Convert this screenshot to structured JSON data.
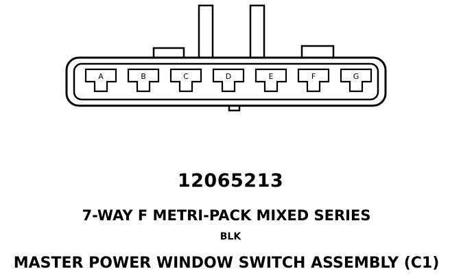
{
  "diagram": {
    "cavities": [
      {
        "letter": "A"
      },
      {
        "letter": "B"
      },
      {
        "letter": "C"
      },
      {
        "letter": "D"
      },
      {
        "letter": "E"
      },
      {
        "letter": "F"
      },
      {
        "letter": "G"
      }
    ]
  },
  "caption": {
    "part_number": "12065213",
    "connector_type": "7-WAY F METRI-PACK MIXED SERIES",
    "color": "BLK",
    "component": "MASTER POWER WINDOW SWITCH ASSEMBLY (C1)"
  },
  "colors": {
    "line": "#000000",
    "background": "#ffffff"
  }
}
